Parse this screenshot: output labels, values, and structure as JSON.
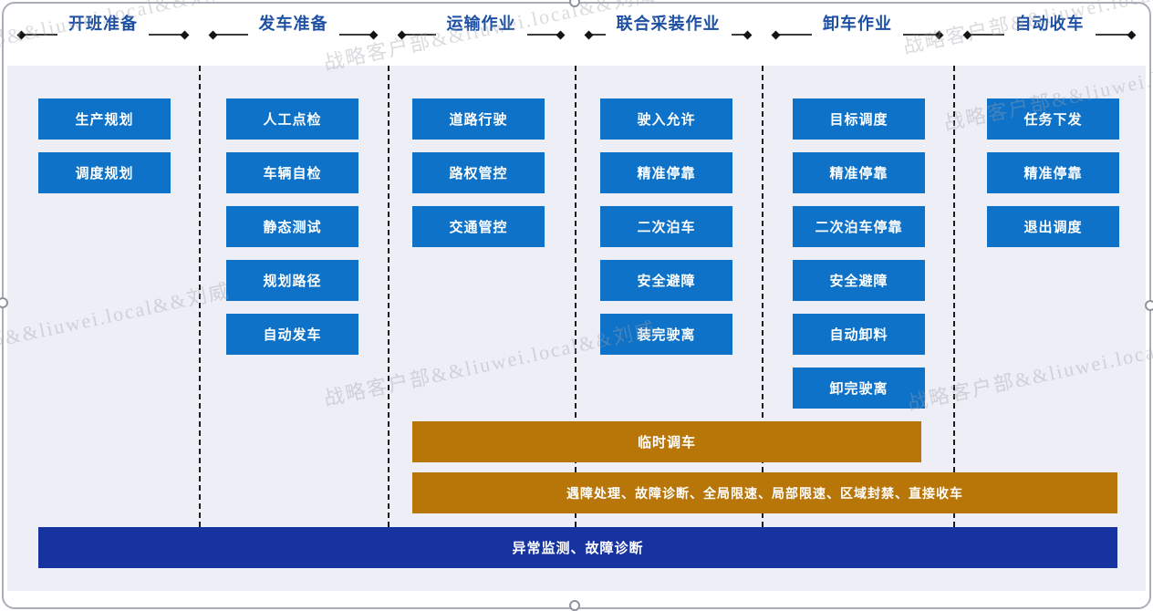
{
  "watermark": {
    "text": "战略客户部&&liuwei.local&&刘威"
  },
  "columns": [
    {
      "header": "开班准备",
      "items": [
        "生产规划",
        "调度规划"
      ]
    },
    {
      "header": "发车准备",
      "items": [
        "人工点检",
        "车辆自检",
        "静态测试",
        "规划路径",
        "自动发车"
      ]
    },
    {
      "header": "运输作业",
      "items": [
        "道路行驶",
        "路权管控",
        "交通管控"
      ]
    },
    {
      "header": "联合采装作业",
      "items": [
        "驶入允许",
        "精准停靠",
        "二次泊车",
        "安全避障",
        "装完驶离"
      ]
    },
    {
      "header": "卸车作业",
      "items": [
        "目标调度",
        "精准停靠",
        "二次泊车停靠",
        "安全避障",
        "自动卸料",
        "卸完驶离"
      ]
    },
    {
      "header": "自动收车",
      "items": [
        "任务下发",
        "精准停靠",
        "退出调度"
      ]
    }
  ],
  "bars": [
    {
      "label": "临时调车"
    },
    {
      "label": "遇障处理、故障诊断、全局限速、局部限速、区域封禁、直接收车"
    },
    {
      "label": "异常监测、故障诊断"
    }
  ],
  "colors": {
    "box_blue": "#0d72c8",
    "bar_orange": "#b97608",
    "bar_navy": "#1733a0",
    "header_blue": "#1d50a3",
    "panel_bg": "#edeef6"
  }
}
